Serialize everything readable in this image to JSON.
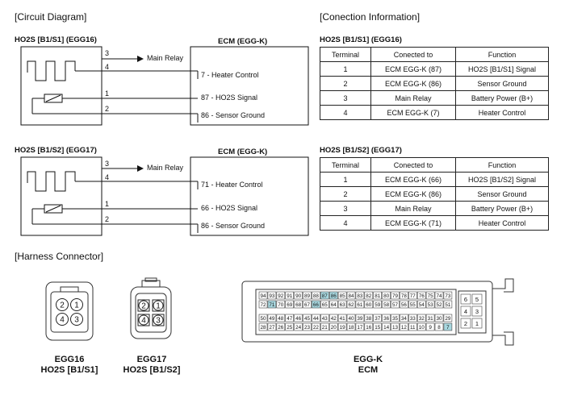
{
  "section_titles": {
    "circuit": "[Circuit Diagram]",
    "connection": "[Conection Information]",
    "harness": "[Harness Connector]"
  },
  "circuit1": {
    "sensor_title": "HO2S [B1/S1] (EGG16)",
    "ecm_title": "ECM (EGG-K)",
    "main_relay": "Main Relay",
    "pins": [
      "3",
      "4",
      "1",
      "2"
    ],
    "ecm_pins": [
      "7 - Heater Control",
      "87 - HO2S Signal",
      "86 - Sensor Ground"
    ]
  },
  "circuit2": {
    "sensor_title": "HO2S [B1/S2] (EGG17)",
    "ecm_title": "ECM (EGG-K)",
    "main_relay": "Main Relay",
    "pins": [
      "3",
      "4",
      "1",
      "2"
    ],
    "ecm_pins": [
      "71 - Heater Control",
      "66 - HO2S Signal",
      "86 - Sensor Ground"
    ]
  },
  "table1": {
    "title": "HO2S [B1/S1] (EGG16)",
    "headers": [
      "Terminal",
      "Conected to",
      "Function"
    ],
    "rows": [
      [
        "1",
        "ECM EGG-K (87)",
        "HO2S [B1/S1] Signal"
      ],
      [
        "2",
        "ECM EGG-K (86)",
        "Sensor Ground"
      ],
      [
        "3",
        "Main Relay",
        "Battery Power (B+)"
      ],
      [
        "4",
        "ECM EGG-K (7)",
        "Heater Control"
      ]
    ]
  },
  "table2": {
    "title": "HO2S [B1/S2] (EGG17)",
    "headers": [
      "Terminal",
      "Conected to",
      "Function"
    ],
    "rows": [
      [
        "1",
        "ECM EGG-K (66)",
        "HO2S [B1/S2] Signal"
      ],
      [
        "2",
        "ECM EGG-K (86)",
        "Sensor Ground"
      ],
      [
        "3",
        "Main Relay",
        "Battery Power (B+)"
      ],
      [
        "4",
        "ECM EGG-K (71)",
        "Heater Control"
      ]
    ]
  },
  "connectors": {
    "egg16": {
      "pins": [
        "2",
        "1",
        "4",
        "3"
      ],
      "name": "EGG16",
      "desc": "HO2S [B1/S1]"
    },
    "egg17": {
      "pins": [
        "2",
        "1",
        "4",
        "3"
      ],
      "name": "EGG17",
      "desc": "HO2S [B1/S2]"
    },
    "ecm": {
      "name": "EGG-K",
      "desc": "ECM",
      "row1": [
        "94",
        "93",
        "92",
        "91",
        "90",
        "89",
        "88",
        "87",
        "86",
        "85",
        "84",
        "83",
        "82",
        "81",
        "80",
        "79",
        "78",
        "77",
        "76",
        "75",
        "74",
        "73"
      ],
      "row2": [
        "72",
        "71",
        "70",
        "69",
        "68",
        "67",
        "66",
        "65",
        "64",
        "63",
        "62",
        "61",
        "60",
        "59",
        "58",
        "57",
        "56",
        "55",
        "54",
        "53",
        "52",
        "51"
      ],
      "row3": [
        "50",
        "49",
        "48",
        "47",
        "46",
        "45",
        "44",
        "43",
        "42",
        "41",
        "40",
        "39",
        "38",
        "37",
        "36",
        "35",
        "34",
        "33",
        "32",
        "31",
        "30",
        "29"
      ],
      "row4": [
        "28",
        "27",
        "26",
        "25",
        "24",
        "23",
        "22",
        "21",
        "20",
        "19",
        "18",
        "17",
        "16",
        "15",
        "14",
        "13",
        "12",
        "11",
        "10",
        "9",
        "8",
        "7"
      ],
      "side": [
        "6",
        "5",
        "4",
        "3",
        "2",
        "1"
      ],
      "highlighted": [
        "87",
        "86",
        "71",
        "66",
        "7"
      ],
      "highlight_color": "#a8d8e0"
    }
  }
}
